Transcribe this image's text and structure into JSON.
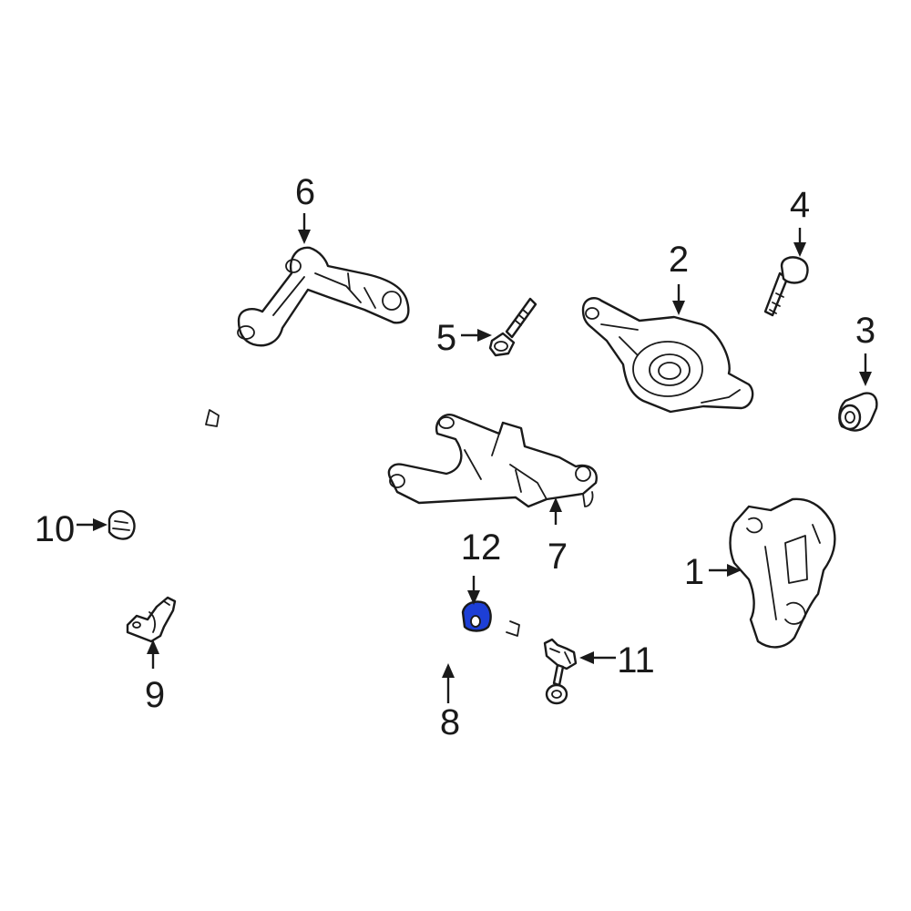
{
  "diagram": {
    "highlight_color": "#1d3fd6",
    "line_color": "#1a1a1a",
    "highlighted_part": "12",
    "callouts": [
      {
        "key": "c1",
        "label": "1"
      },
      {
        "key": "c2",
        "label": "2"
      },
      {
        "key": "c3",
        "label": "3"
      },
      {
        "key": "c4",
        "label": "4"
      },
      {
        "key": "c5",
        "label": "5"
      },
      {
        "key": "c6",
        "label": "6"
      },
      {
        "key": "c7",
        "label": "7"
      },
      {
        "key": "c8",
        "label": "8"
      },
      {
        "key": "c9",
        "label": "9"
      },
      {
        "key": "c10",
        "label": "10"
      },
      {
        "key": "c11",
        "label": "11"
      },
      {
        "key": "c12",
        "label": "12"
      }
    ]
  }
}
